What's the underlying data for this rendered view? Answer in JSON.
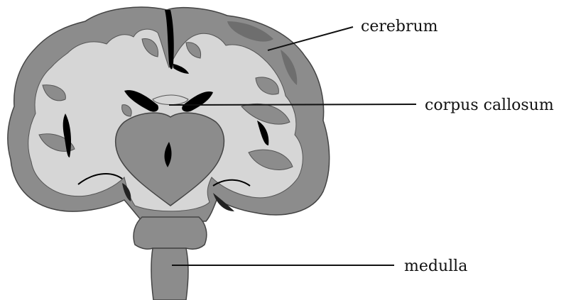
{
  "diagram": {
    "labels": {
      "cerebrum": "cerebrum",
      "corpus_callosum": "corpus callosum",
      "medulla": "medulla"
    }
  },
  "colors": {
    "gray_matter": "#8c8c8c",
    "white_matter": "#d6d6d6",
    "dark_cavity": "#000000",
    "outline": "#444444",
    "darker_cortex": "#6e6e6e"
  }
}
